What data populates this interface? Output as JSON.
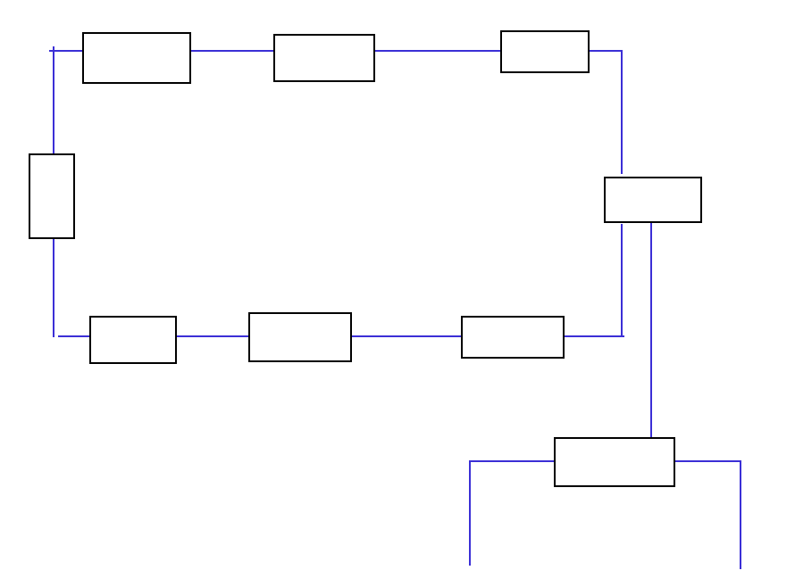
{
  "diagram": {
    "colors": {
      "wire": "#3b2fd6",
      "box_stroke": "#000000",
      "box_fill": "#ffffff",
      "background": "#ffffff"
    },
    "boxes": [
      {
        "id": "box-top-1",
        "label": ""
      },
      {
        "id": "box-top-2",
        "label": ""
      },
      {
        "id": "box-top-3",
        "label": ""
      },
      {
        "id": "box-left",
        "label": ""
      },
      {
        "id": "box-right",
        "label": ""
      },
      {
        "id": "box-bottom-1",
        "label": ""
      },
      {
        "id": "box-bottom-2",
        "label": ""
      },
      {
        "id": "box-bottom-3",
        "label": ""
      },
      {
        "id": "box-lower",
        "label": ""
      }
    ]
  }
}
